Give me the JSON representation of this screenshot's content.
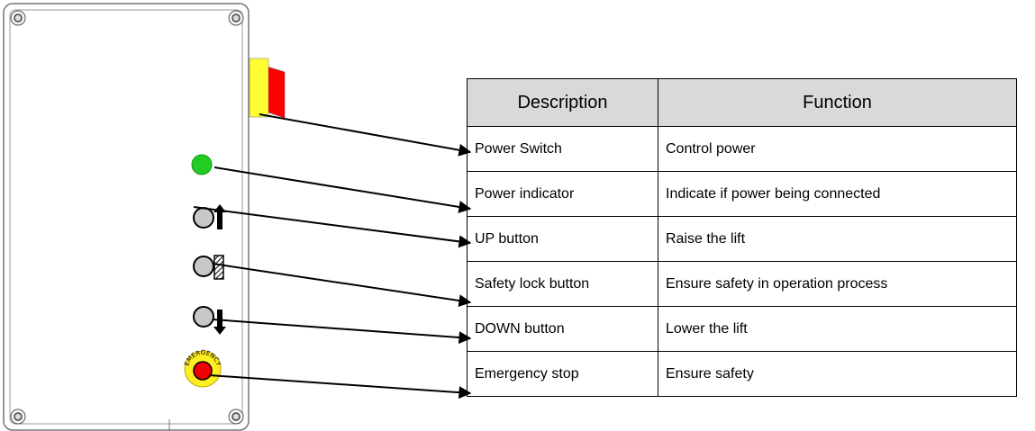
{
  "table": {
    "headers": [
      "Description",
      "Function"
    ],
    "rows": [
      {
        "description": "Power Switch",
        "function": "Control power"
      },
      {
        "description": "Power indicator",
        "function": "Indicate if power being connected"
      },
      {
        "description": "UP button",
        "function": "Raise the lift"
      },
      {
        "description": "Safety lock button",
        "function": "Ensure safety in operation process"
      },
      {
        "description": "DOWN button",
        "function": "Lower the lift"
      },
      {
        "description": "Emergency stop",
        "function": "Ensure safety"
      }
    ]
  },
  "panel": {
    "emergency_label": "EMERGENCY"
  },
  "colors": {
    "switch_yellow": "#ffff33",
    "switch_red": "#ff0000",
    "indicator_green": "#22cc22",
    "button_gray": "#c8c8c8",
    "estop_yellow": "#ffee22",
    "estop_red": "#ee0000",
    "header_fill": "#d9d9d9"
  }
}
